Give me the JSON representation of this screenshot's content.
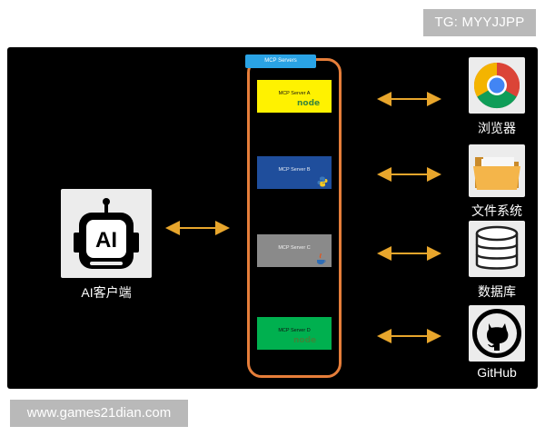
{
  "watermarks": {
    "top_right": "TG: MYYJJPP",
    "bottom_left": "www.games21dian.com"
  },
  "client": {
    "icon_text": "AI",
    "label": "AI客户端",
    "icon": "robot-icon"
  },
  "container": {
    "title": "MCP Servers",
    "border_color": "#e67e3a",
    "tab_color": "#2aa3e5"
  },
  "servers": [
    {
      "name": "MCP Server A",
      "color": "#fff200",
      "logo": "node",
      "logo_icon": "nodejs-logo-icon"
    },
    {
      "name": "MCP Server B",
      "color": "#1f4e9c",
      "logo": "",
      "logo_icon": "python-logo-icon"
    },
    {
      "name": "MCP Server C",
      "color": "#8a8a8a",
      "logo": "",
      "logo_icon": "java-logo-icon"
    },
    {
      "name": "MCP Server D",
      "color": "#00b04f",
      "logo": "node",
      "logo_icon": "nodejs-logo-icon"
    }
  ],
  "resources": [
    {
      "label": "浏览器",
      "icon": "chrome-icon"
    },
    {
      "label": "文件系统",
      "icon": "folder-icon"
    },
    {
      "label": "数据库",
      "icon": "database-icon"
    },
    {
      "label": "GitHub",
      "icon": "github-icon"
    }
  ],
  "arrow_color": "#e8a62c"
}
